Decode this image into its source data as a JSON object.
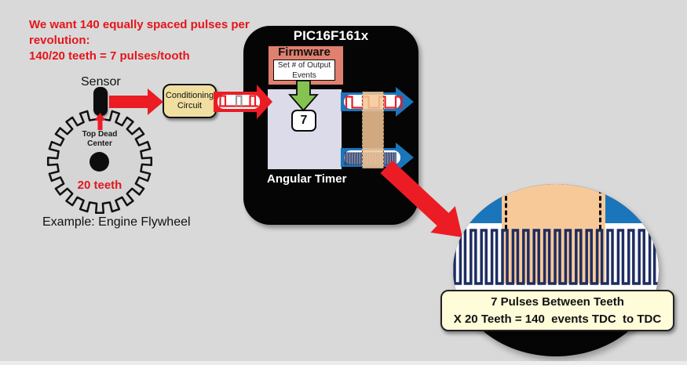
{
  "colors": {
    "background": "#d9d9d9",
    "accent_red": "#ec1c24",
    "mcu_black": "#050505",
    "arrow_blue": "#1a75bb",
    "wave_navy": "#1e2d62",
    "firmware_salmon": "#e0806e",
    "timer_lavender": "#dbdbe9",
    "arrow_green": "#85c250",
    "conditioning_tan": "#f0dfa0",
    "highlight_peach": "#f8c998",
    "note_yellow": "#fffcda"
  },
  "annotation": {
    "heading": "We want 140 equally spaced pulses per\nrevolution:\n140/20 teeth = 7 pulses/tooth"
  },
  "flywheel": {
    "sensor_label": "Sensor",
    "tdc_label": "Top Dead\nCenter",
    "teeth_label": "20 teeth",
    "caption": "Example: Engine Flywheel",
    "teeth_count": 20
  },
  "conditioning": {
    "line1": "Conditioning",
    "line2": "Circuit"
  },
  "mcu": {
    "title": "PIC16F161x",
    "firmware_label": "Firmware",
    "firmware_note": "Set # of Output Events",
    "events_value": "7",
    "module_label": "Angular Timer"
  },
  "signals": {
    "input_pulse_count": 3,
    "output_pulse_count": 4,
    "dense_pulse_count": 23,
    "zoom_pulse_count": 20
  },
  "magnifier": {
    "caption_line1": "7 Pulses Between Teeth",
    "caption_line2": "X 20 Teeth = 140  events TDC  to TDC"
  }
}
